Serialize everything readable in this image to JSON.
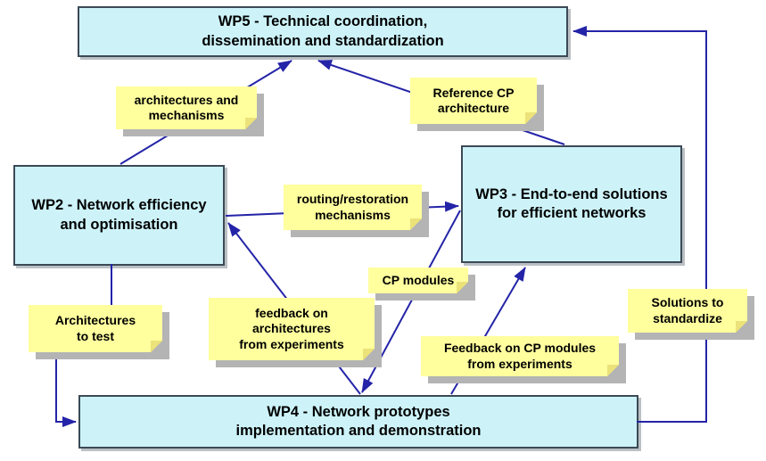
{
  "diagram": {
    "boxes": {
      "wp5": {
        "label": "WP5 - Technical coordination,\ndissemination and standardization"
      },
      "wp2": {
        "label": "WP2 - Network efficiency\nand optimisation"
      },
      "wp3": {
        "label": "WP3 - End-to-end solutions\nfor efficient networks"
      },
      "wp4": {
        "label": "WP4 - Network prototypes\nimplementation and demonstration"
      }
    },
    "notes": {
      "architectures_mechanisms": {
        "label": "architectures and\nmechanisms"
      },
      "reference_cp": {
        "label": "Reference CP\narchitecture"
      },
      "routing_restoration": {
        "label": "routing/restoration\nmechanisms"
      },
      "cp_modules": {
        "label": "CP modules"
      },
      "architectures_to_test": {
        "label": "Architectures\nto test"
      },
      "feedback_architectures": {
        "label": "feedback on\narchitectures\nfrom experiments"
      },
      "feedback_cp_modules": {
        "label": "Feedback on CP modules\nfrom experiments"
      },
      "solutions_standardize": {
        "label": "Solutions to\nstandardize"
      }
    },
    "arrows": [
      {
        "from": "WP2",
        "to": "WP5",
        "label": "architectures and mechanisms"
      },
      {
        "from": "WP3",
        "to": "WP5",
        "label": "Reference CP architecture"
      },
      {
        "from": "WP2",
        "to": "WP3",
        "label": "routing/restoration mechanisms"
      },
      {
        "from": "WP3",
        "to": "WP4",
        "label": "CP modules"
      },
      {
        "from": "WP2",
        "to": "WP4",
        "label": "Architectures to test"
      },
      {
        "from": "WP4",
        "to": "WP2",
        "label": "feedback on architectures from experiments"
      },
      {
        "from": "WP4",
        "to": "WP3",
        "label": "Feedback on CP modules from experiments"
      },
      {
        "from": "WP4",
        "to": "WP5",
        "label": "Solutions to standardize"
      }
    ],
    "colors": {
      "box_fill": "#cdf3f9",
      "box_border": "#3c4956",
      "note_fill": "#ffff9e",
      "note_shadow": "#b4b4b4",
      "arrow": "#2424a8"
    }
  }
}
